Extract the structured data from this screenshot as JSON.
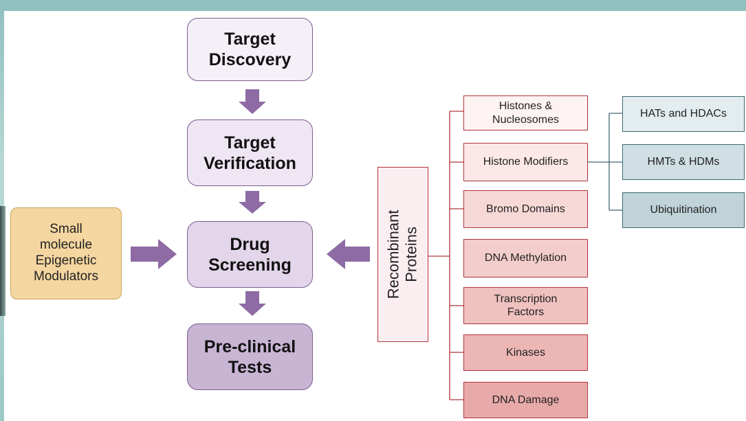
{
  "flow": {
    "target_discovery": "Target\nDiscovery",
    "target_verification": "Target\nVerification",
    "drug_screening": "Drug\nScreening",
    "preclinical": "Pre-clinical\nTests"
  },
  "small_molecule": "Small\nmolecule\nEpigenetic\nModulators",
  "recombinant": "Recombinant\nProteins",
  "categories": [
    "Histones &\nNucleosomes",
    "Histone Modifiers",
    "Bromo Domains",
    "DNA Methylation",
    "Transcription\nFactors",
    "Kinases",
    "DNA Damage"
  ],
  "modifiers": [
    "HATs and HDACs",
    "HMTs & HDMs",
    "Ubiquitination"
  ],
  "colors": {
    "flow_light": "#f5eff7",
    "flow_mid": "#e7dcee",
    "flow_dark": "#c8b5d4",
    "arrow": "#8e6ba4",
    "small_molecule_fill": "#f4d6a0",
    "small_molecule_border": "#c9a55b",
    "category_border": "#b0343a",
    "sub_fill": "#bfd3d8",
    "sub_border": "#3d6670"
  }
}
